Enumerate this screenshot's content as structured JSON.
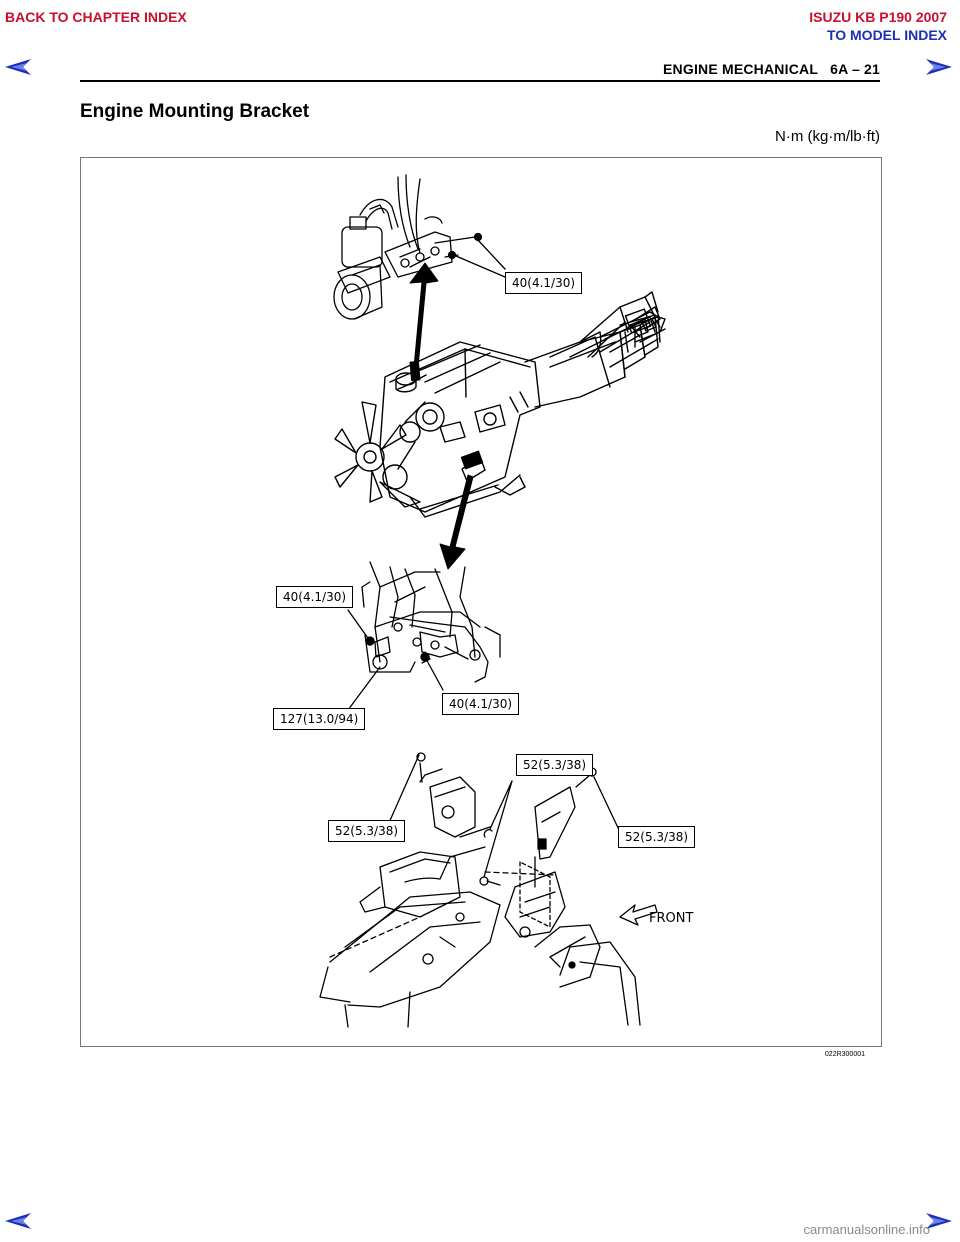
{
  "nav": {
    "back_chapter": "BACK TO CHAPTER INDEX",
    "model_title": "ISUZU KB P190 2007",
    "to_model": "TO MODEL INDEX",
    "prev_icon": "arrow-left-icon",
    "next_icon": "arrow-right-icon",
    "color_red": "#c8102e",
    "color_blue": "#1c2fb8"
  },
  "header": {
    "title": "ENGINE MECHANICAL   6A – 21"
  },
  "section": {
    "title": "Engine Mounting Bracket",
    "units": "N·m (kg·m/lb·ft)"
  },
  "figure": {
    "callouts": {
      "top": "40(4.1/30)",
      "mid_upper": "40(4.1/30)",
      "mid_right": "40(4.1/30)",
      "mid_lower": "127(13.0/94)",
      "low_top": "52(5.3/38)",
      "low_left": "52(5.3/38)",
      "low_right": "52(5.3/38)"
    },
    "front_label": "FRONT",
    "id": "022R300001"
  },
  "watermark": "carmanualsonline.info"
}
